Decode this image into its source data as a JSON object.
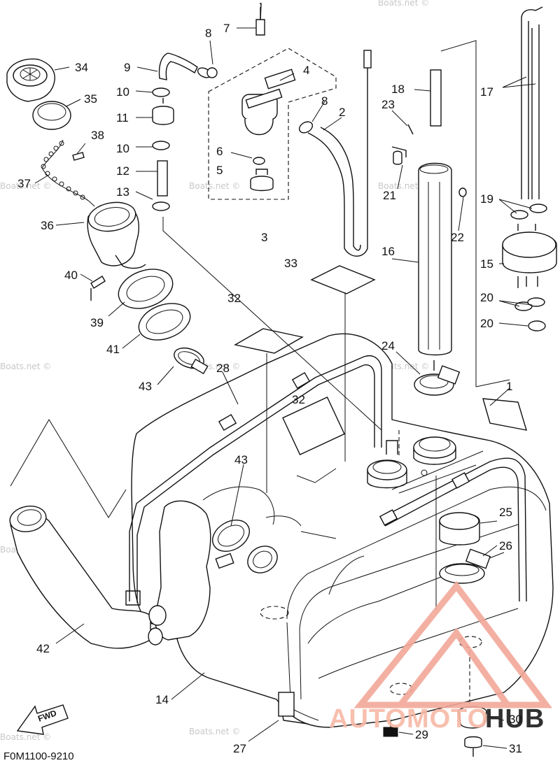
{
  "diagram": {
    "code": "F0M1100-9210",
    "fwd_label": "FWD",
    "watermark": "Boats.net ©",
    "brand": {
      "text_main": "AUTOMOTO",
      "text_accent": "HUB",
      "color_main": "#f7b9a6",
      "color_accent": "#1b1b1b",
      "logo_color": "#f2a899"
    },
    "labels": [
      "1",
      "2",
      "3",
      "4",
      "5",
      "6",
      "7",
      "8",
      "8",
      "9",
      "10",
      "10",
      "11",
      "12",
      "13",
      "14",
      "15",
      "16",
      "17",
      "18",
      "19",
      "20",
      "20",
      "21",
      "22",
      "23",
      "24",
      "25",
      "26",
      "27",
      "28",
      "29",
      "30",
      "31",
      "32",
      "32",
      "33",
      "34",
      "35",
      "36",
      "37",
      "38",
      "39",
      "40",
      "41",
      "42",
      "43",
      "43"
    ]
  }
}
